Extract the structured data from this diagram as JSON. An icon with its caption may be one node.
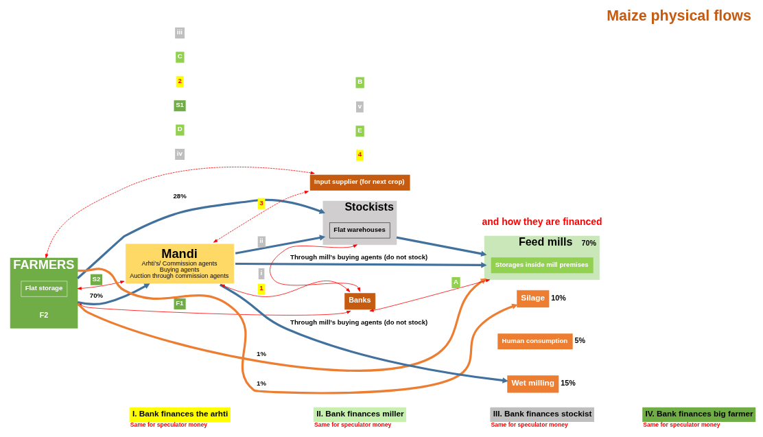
{
  "diagram": {
    "title": "Maize physical flows",
    "nodes": [
      {
        "text": [
          "Input supplier (for next crop)"
        ]
      },
      {
        "text": [
          "FARMERS"
        ]
      },
      {
        "text": [
          "Flat storage"
        ],
        "in": 1
      },
      {
        "text": [
          "Mandi",
          "Arhti’s/ Commission agents",
          "Buying agents",
          "Auction through commission agents"
        ]
      },
      {
        "text": [
          "Stockists"
        ]
      },
      {
        "text": [
          "Flat warehouses"
        ],
        "in": 4
      },
      {
        "text": [
          "Banks"
        ]
      },
      {
        "text": [
          "Silage"
        ],
        "beside": [
          "10%"
        ]
      },
      {
        "text": [
          "Human consumption"
        ],
        "beside": [
          "5%"
        ]
      },
      {
        "text": [
          "Wet milling"
        ],
        "beside": [
          "15%"
        ]
      },
      {
        "text": [
          "Feed mills"
        ],
        "beside": [
          "70%"
        ]
      },
      {
        "text": [
          "Storages inside mill premises"
        ],
        "in": 10
      }
    ],
    "edges": [
      {
        "from": 1,
        "to": 7,
        "arrow": "to",
        "label": "1%",
        "color": "#ed7d31"
      },
      {
        "from": 1,
        "to": 3,
        "arrow": "to",
        "label": "70%",
        "color": "#41719c"
      },
      {
        "from": 3,
        "to": 9,
        "arrow": "to",
        "label": "Through mill’s buying agents (do not stock)",
        "color": "#41719c"
      },
      {
        "from": 3,
        "to": 10,
        "arrow": "to",
        "label": "Through mill’s buying agents (do not stock)",
        "color": "#41719c"
      },
      {
        "from": 3,
        "to": 4,
        "arrow": "to",
        "label": "ii",
        "color": "#41719c"
      },
      {
        "from": 4,
        "to": 10,
        "arrow": "to",
        "color": "#41719c"
      },
      {
        "from": 1,
        "to": 4,
        "arrow": "to",
        "label": "28%",
        "color": "#41719c"
      },
      {
        "from": 1,
        "to": 10,
        "arrow": "to",
        "label": "1%",
        "color": "#ed7d31"
      },
      {
        "from": 1,
        "to": 0,
        "arrow": "both",
        "style": "dashed",
        "color": "#ff0000"
      },
      {
        "from": 3,
        "to": 0,
        "arrow": "both",
        "label": "3",
        "style": "dashed",
        "color": "#ff0000"
      },
      {
        "from": 1,
        "to": 3,
        "arrow": "both",
        "label": "S2",
        "color": "#ff0000"
      },
      {
        "from": 6,
        "to": 3,
        "arrow": "both",
        "label": "1",
        "color": "#ff0000"
      },
      {
        "from": 4,
        "to": 6,
        "arrow": "both",
        "label": "i",
        "color": "#ff0000"
      },
      {
        "from": 1,
        "to": 6,
        "arrow": "both",
        "label": "F1",
        "color": "#ff0000"
      },
      {
        "from": 6,
        "to": 10,
        "arrow": "both",
        "label": "A",
        "color": "#ff0000"
      }
    ],
    "labels": [
      "and how they are financed",
      "F2",
      "4",
      "E",
      "v",
      "iv",
      "D",
      "S1",
      "2",
      "C",
      "iii",
      "B",
      "Same for speculator money",
      "Same for speculator money",
      "Same for speculator money",
      "Same for speculator money"
    ],
    "legend": [
      {
        "text": "I. Bank finances the arhti",
        "color": "#ffff00"
      },
      {
        "text": "II. Bank finances miller",
        "color": "#c6efb0"
      },
      {
        "text": "III. Bank finances stockist",
        "color": "#bfbfbf"
      },
      {
        "text": "IV. Bank finances big farmer",
        "color": "#70ad47"
      }
    ]
  }
}
